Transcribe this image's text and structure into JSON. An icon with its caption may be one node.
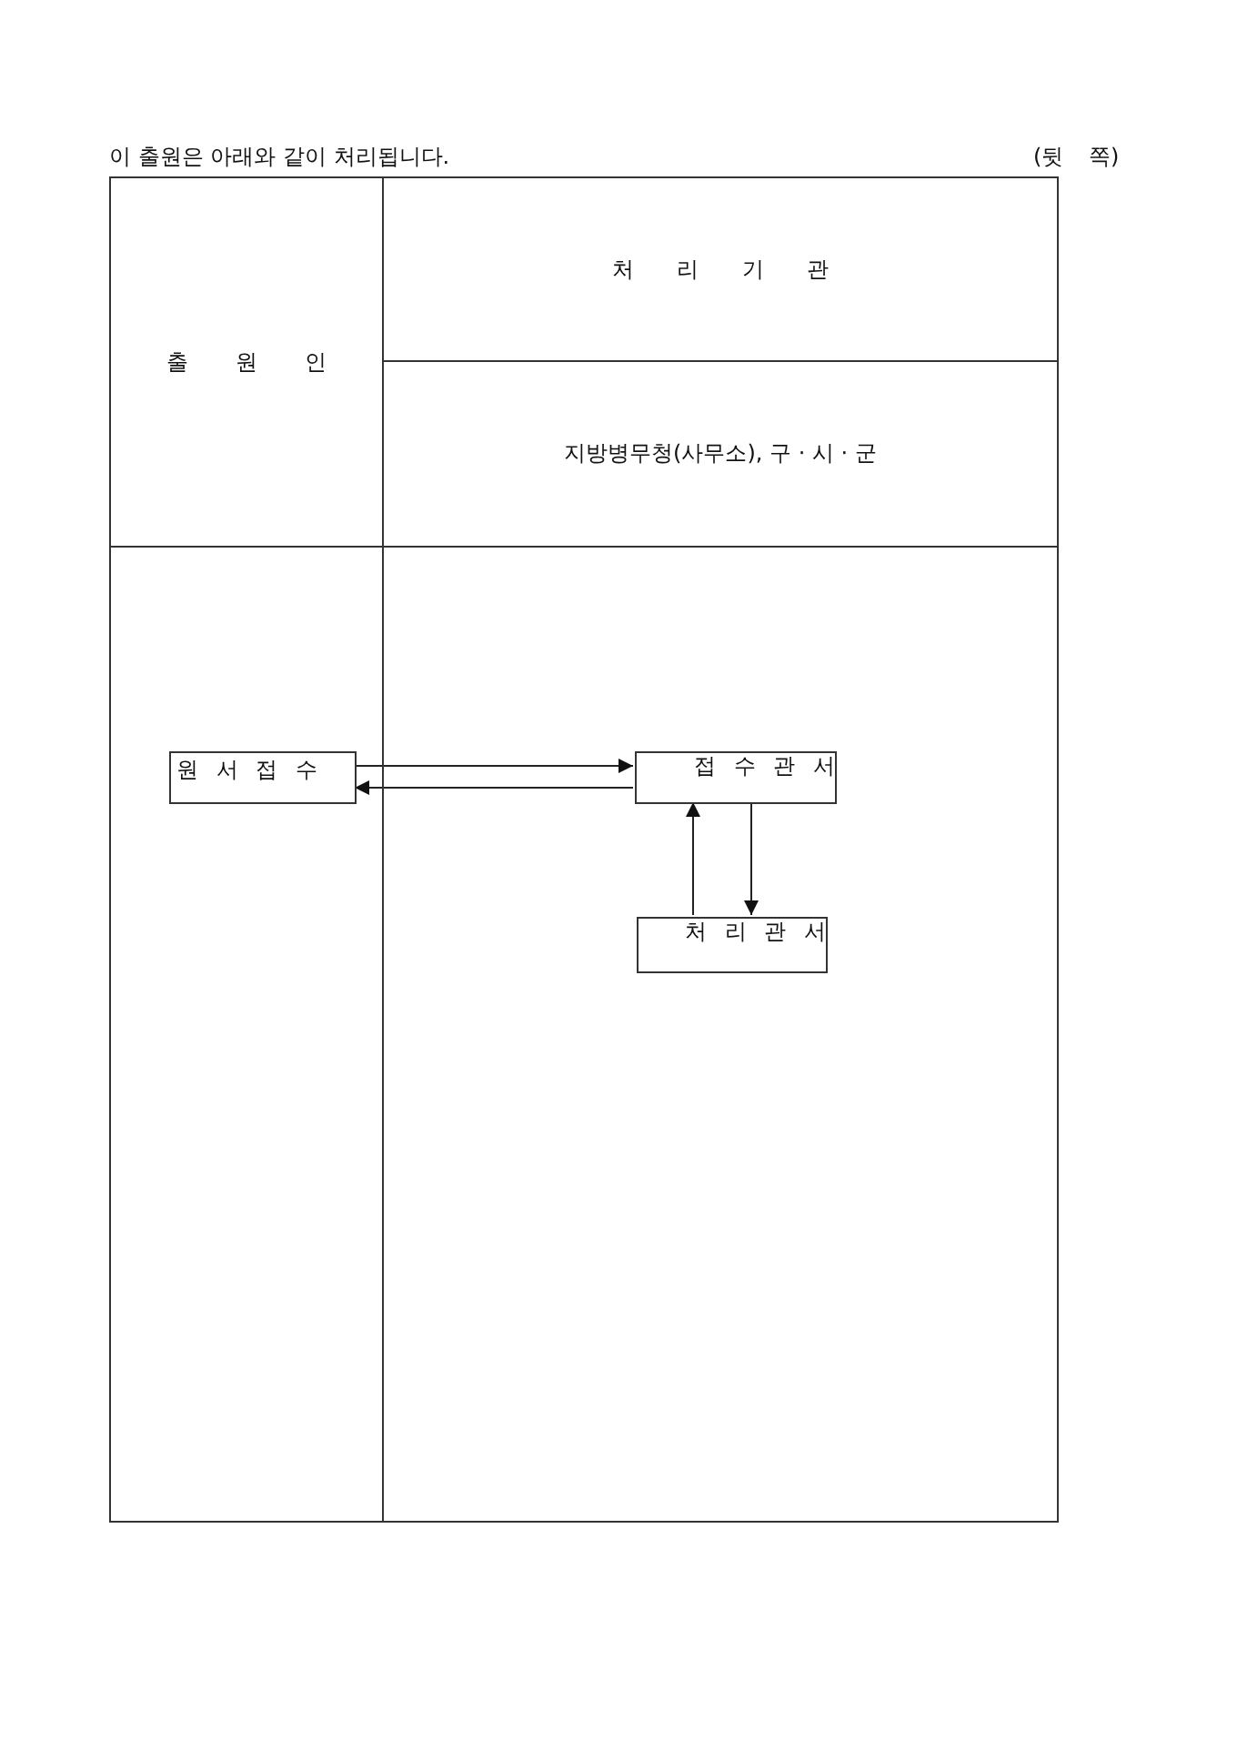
{
  "diagram": {
    "title": "이 출원은 아래와 같이 처리됩니다.",
    "nodes": [
      {
        "text": [
          "출 원 인"
        ]
      },
      {
        "text": [
          "처 리 기 관"
        ]
      },
      {
        "text": [
          "지방병무청(사무소), 구 · 시 · 군"
        ]
      },
      {
        "text": [],
        "shape": "box"
      },
      {
        "text": [
          "원 서 접 수"
        ],
        "in": 3
      },
      {
        "text": [],
        "shape": "box"
      },
      {
        "text": [
          "접 수 관 서"
        ],
        "in": 5
      },
      {
        "text": [
          "처 리 관 서"
        ],
        "in": 5
      }
    ],
    "edges": [
      {
        "from": 4,
        "to": 6,
        "arrow": "to"
      },
      {
        "from": 6,
        "to": 4,
        "arrow": "to"
      },
      {
        "from": 7,
        "to": 6,
        "arrow": "to"
      },
      {
        "from": 6,
        "to": 7,
        "arrow": "to"
      }
    ],
    "labels": [
      "(뒷 쪽)"
    ]
  }
}
